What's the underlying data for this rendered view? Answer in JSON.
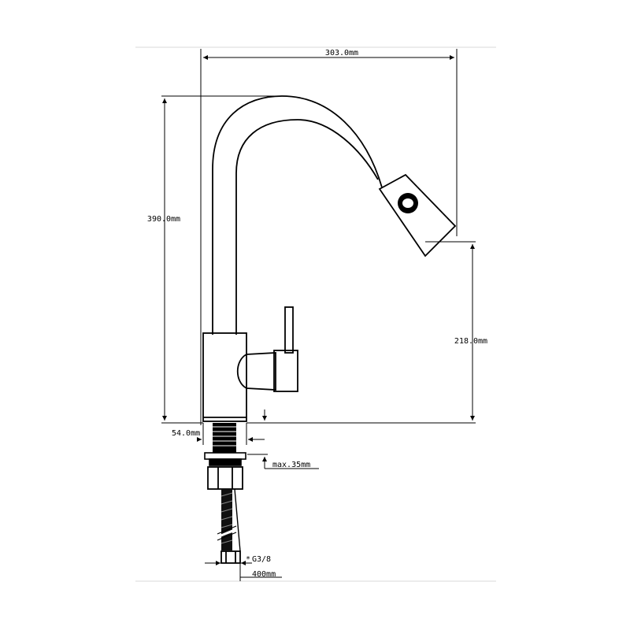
{
  "dimensions": {
    "overall_width": "303.0mm",
    "overall_height": "390.0mm",
    "spout_height": "218.0mm",
    "base_diameter": "54.0mm",
    "max_counter_thickness": "max.35mm",
    "thread_size": "G3/8",
    "hose_length": "400mm"
  },
  "colors": {
    "line": "#000000",
    "frame": "#d8d8d8",
    "background": "#ffffff"
  }
}
